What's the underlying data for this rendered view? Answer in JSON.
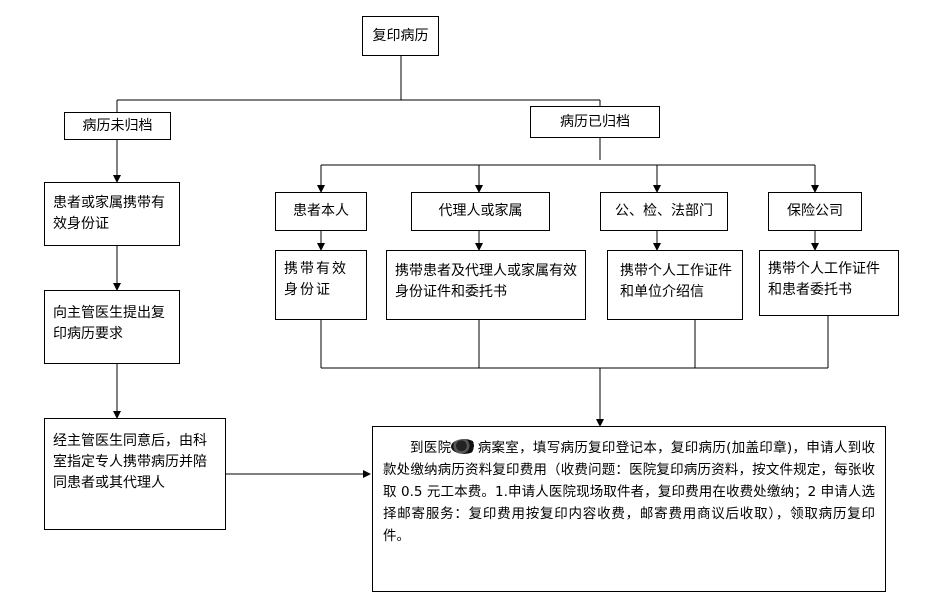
{
  "nodes": {
    "root": "复印病历",
    "unfiled": "病历未归档",
    "filed": "病历已归档",
    "patient_family": "患者或家属携带有效身份证",
    "apply_doctor": "向主管医生提出复印病历要求",
    "doctor_agree": "经主管医生同意后，由科室指定专人携带病历并陪同患者或其代理人",
    "self": "患者本人",
    "agent": "代理人或家属",
    "police": "公、检、法部门",
    "insurance": "保险公司",
    "self_doc": "携带有效身份证",
    "agent_doc": "携带患者及代理人或家属有效身份证件和委托书",
    "police_doc": "携带个人工作证件和单位介绍信",
    "insurance_doc": "携带个人工作证件和患者委托书"
  },
  "final": {
    "before_blot": "到医院",
    "after_blot": "病案室，填写病历复印登记本，复印病历(加盖印章)，申请人到收款处缴纳病历资料复印费用（收费问题：医院复印病历资料，按文件规定，每张收取 0.5 元工本费。1.申请人医院现场取件者，复印费用在收费处缴纳；2 申请人选择邮寄服务：复印费用按复印内容收费，邮寄费用商议后收取），领取病历复印件。"
  }
}
